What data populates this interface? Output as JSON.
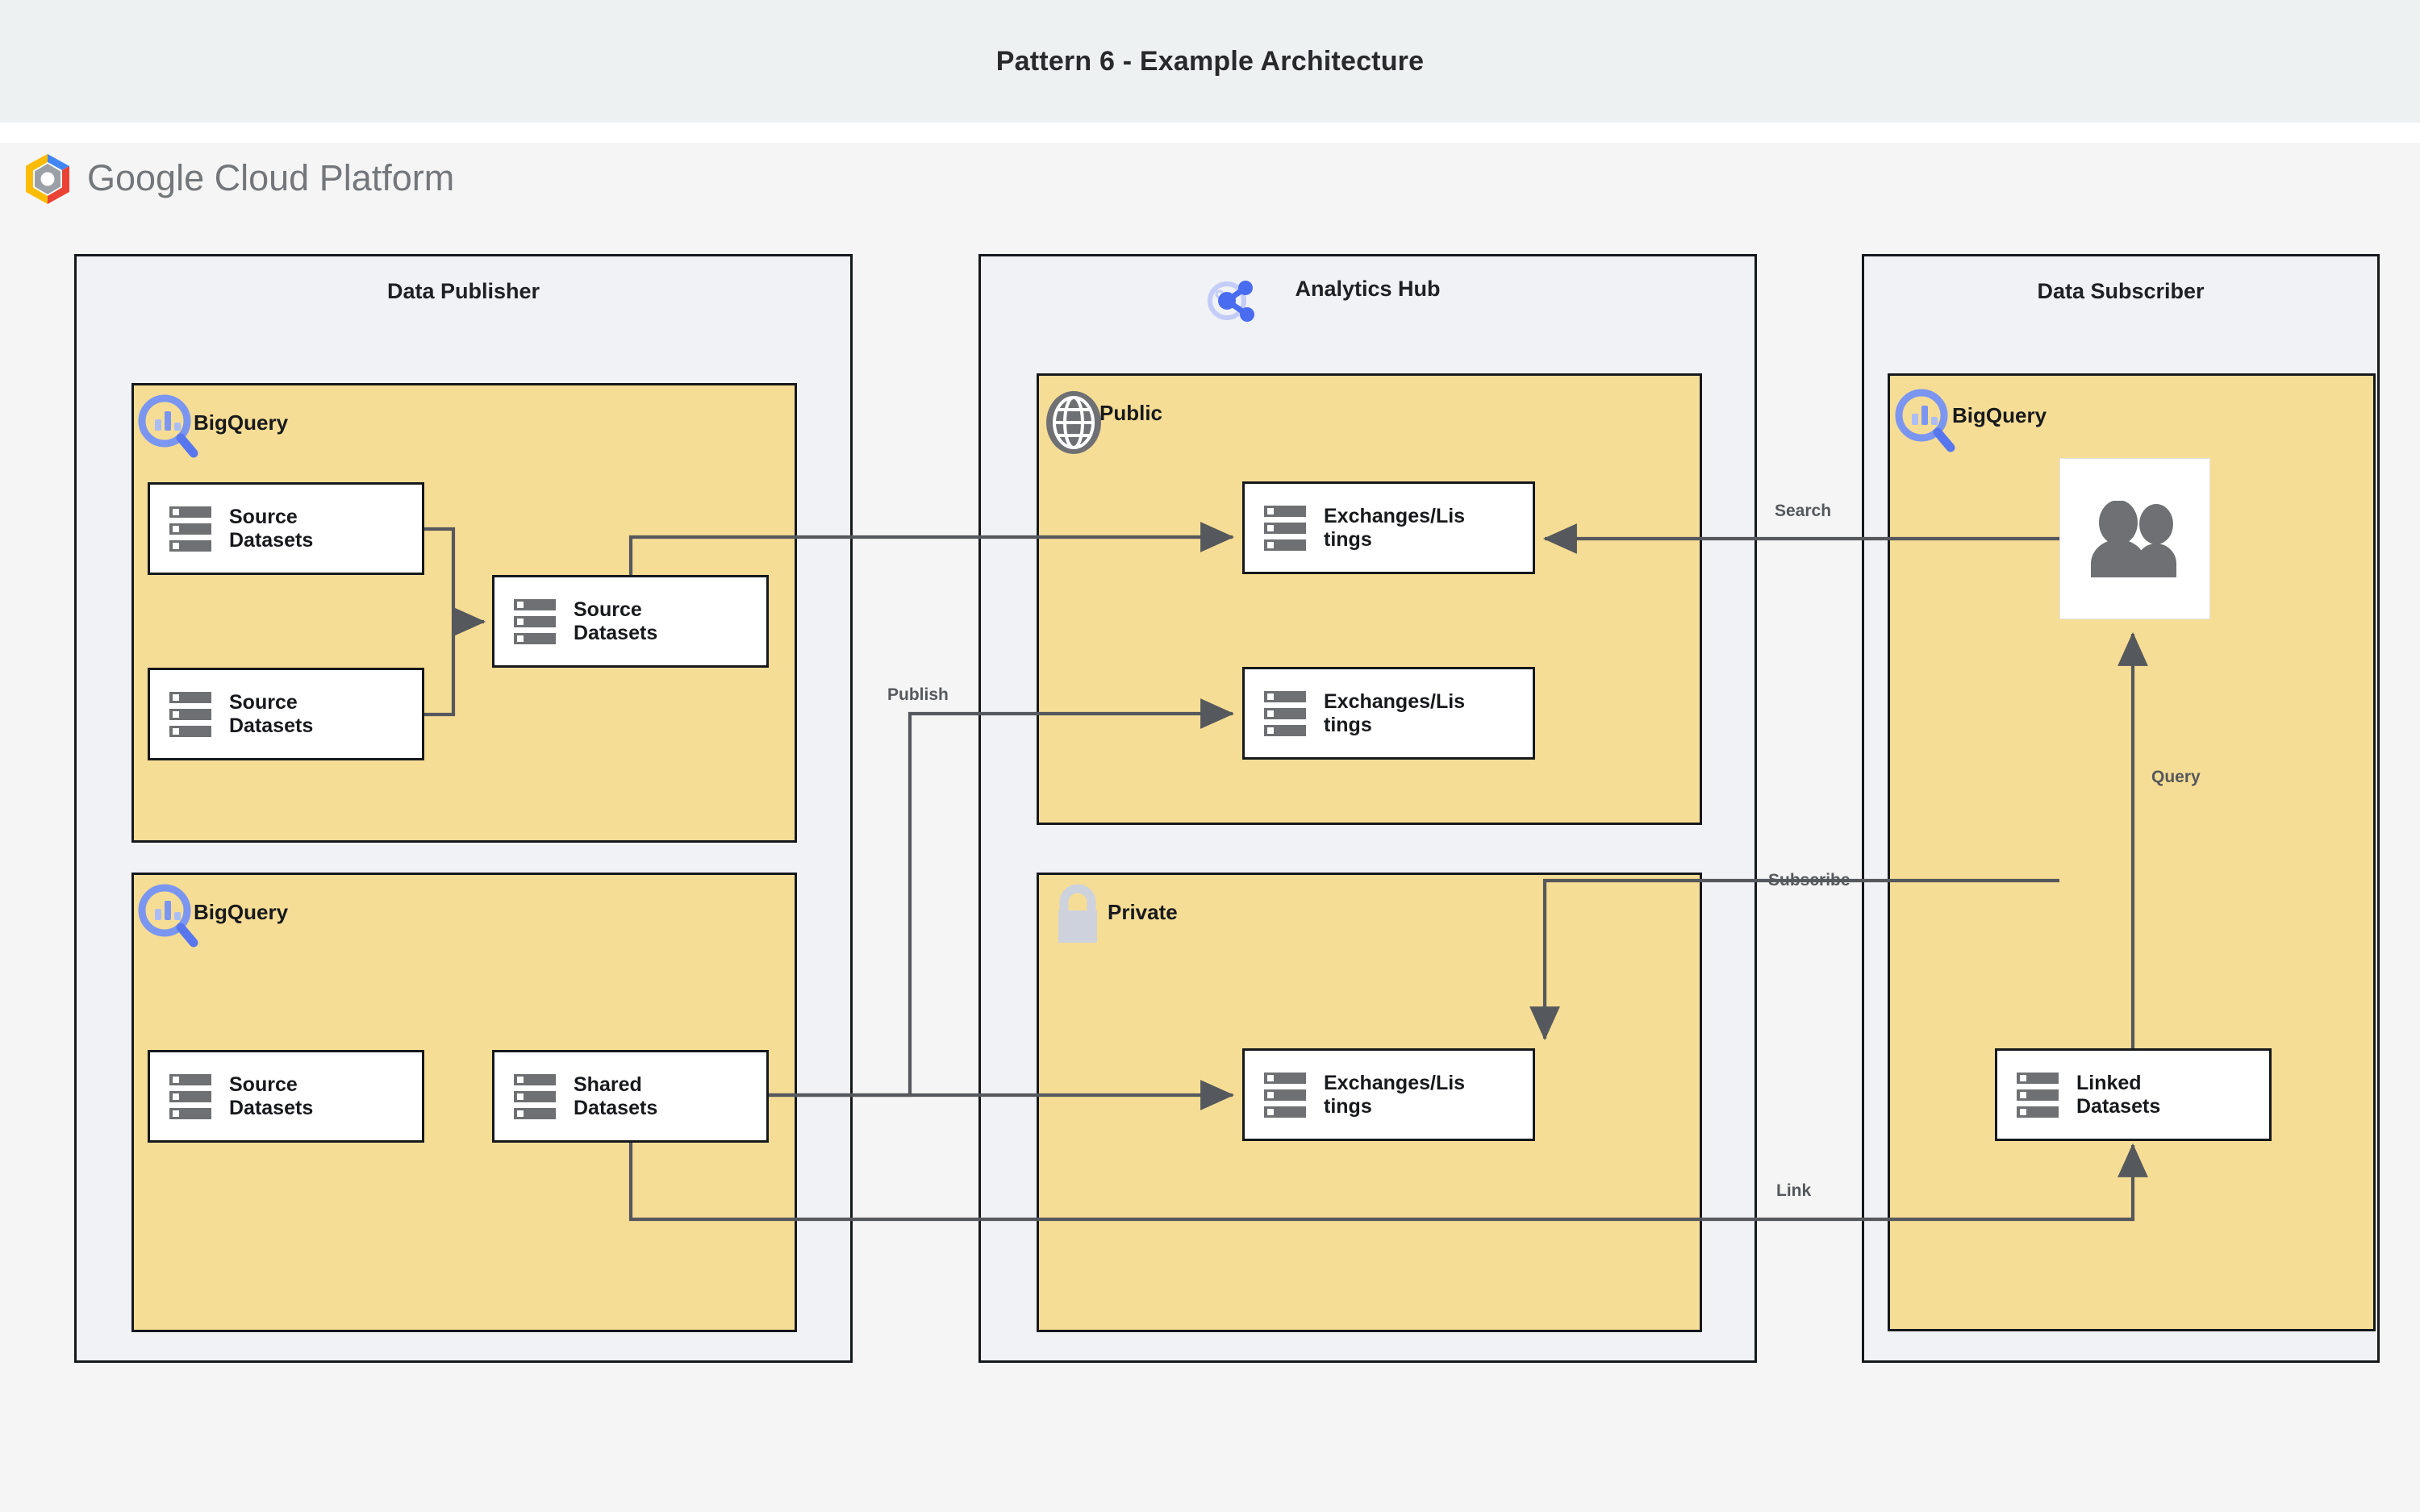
{
  "page": {
    "title": "Pattern 6 - Example Architecture",
    "brand": {
      "name_part1": "Google",
      "name_part2": "Cloud Platform",
      "logo_icon": "gcp-hexagon-icon"
    },
    "colors": {
      "title_band": "#edf1f2",
      "canvas": "#f5f5f5",
      "zone_fill": "#f0f2f5",
      "group_fill": "#f6dd96",
      "card_fill": "#ffffff",
      "stroke": "#15181c",
      "wire": "#55585c",
      "icon_gray": "#6e7073",
      "bigquery_blue": "#7b96f0",
      "analytics_hub_blue": "#4a6cf0",
      "lock_gray": "#cdd2dc"
    }
  },
  "zones": [
    {
      "id": "data-publisher",
      "title": "Data Publisher",
      "groups": [
        {
          "id": "publisher-bigquery-top",
          "label": "BigQuery",
          "icon": "bigquery-icon",
          "nodes": [
            {
              "id": "src-1",
              "label": "Source Datasets",
              "icon": "dataset-icon"
            },
            {
              "id": "src-2",
              "label": "Source Datasets",
              "icon": "dataset-icon"
            },
            {
              "id": "src-merged",
              "label": "Source Datasets",
              "icon": "dataset-icon"
            }
          ]
        },
        {
          "id": "publisher-bigquery-bottom",
          "label": "BigQuery",
          "icon": "bigquery-icon",
          "nodes": [
            {
              "id": "src-3",
              "label": "Source Datasets",
              "icon": "dataset-icon"
            },
            {
              "id": "shared",
              "label": "Shared Datasets",
              "icon": "dataset-icon"
            }
          ]
        }
      ]
    },
    {
      "id": "analytics-hub",
      "title": "Analytics Hub",
      "icon": "analytics-hub-share-icon",
      "groups": [
        {
          "id": "public",
          "label": "Public",
          "icon": "globe-icon",
          "nodes": [
            {
              "id": "pub-listing-1",
              "label": "Exchanges/Listings",
              "icon": "dataset-icon"
            },
            {
              "id": "pub-listing-2",
              "label": "Exchanges/Listings",
              "icon": "dataset-icon"
            }
          ]
        },
        {
          "id": "private",
          "label": "Private",
          "icon": "lock-icon",
          "nodes": [
            {
              "id": "priv-listing-1",
              "label": "Exchanges/Listings",
              "icon": "dataset-icon"
            }
          ]
        }
      ]
    },
    {
      "id": "data-subscriber",
      "title": "Data Subscriber",
      "groups": [
        {
          "id": "subscriber-bigquery",
          "label": "BigQuery",
          "icon": "bigquery-icon",
          "nodes": [
            {
              "id": "subscriber-users",
              "label": "",
              "icon": "users-icon"
            },
            {
              "id": "linked",
              "label": "Linked Datasets",
              "icon": "dataset-icon"
            }
          ]
        }
      ]
    }
  ],
  "edges": [
    {
      "id": "edge-publish",
      "label": "Publish",
      "from": "src-merged",
      "to": "pub-listing-1"
    },
    {
      "id": "edge-publish-2",
      "label": "",
      "from": "shared",
      "to": "pub-listing-2"
    },
    {
      "id": "edge-shared-private",
      "label": "",
      "from": "shared",
      "to": "priv-listing-1"
    },
    {
      "id": "edge-search",
      "label": "Search",
      "from": "subscriber-users",
      "to": "pub-listing-1"
    },
    {
      "id": "edge-subscribe",
      "label": "Subscribe",
      "from": "subscriber-users",
      "to": "priv-listing-1"
    },
    {
      "id": "edge-query",
      "label": "Query",
      "from": "linked",
      "to": "subscriber-users"
    },
    {
      "id": "edge-link",
      "label": "Link",
      "from": "shared",
      "to": "linked"
    }
  ],
  "labels": {
    "exchanges_line1": "Exchanges/Lis",
    "exchanges_line2": "tings",
    "source_line1": "Source",
    "source_line2": "Datasets",
    "shared_line1": "Shared",
    "shared_line2": "Datasets",
    "linked_line1": "Linked",
    "linked_line2": "Datasets"
  }
}
